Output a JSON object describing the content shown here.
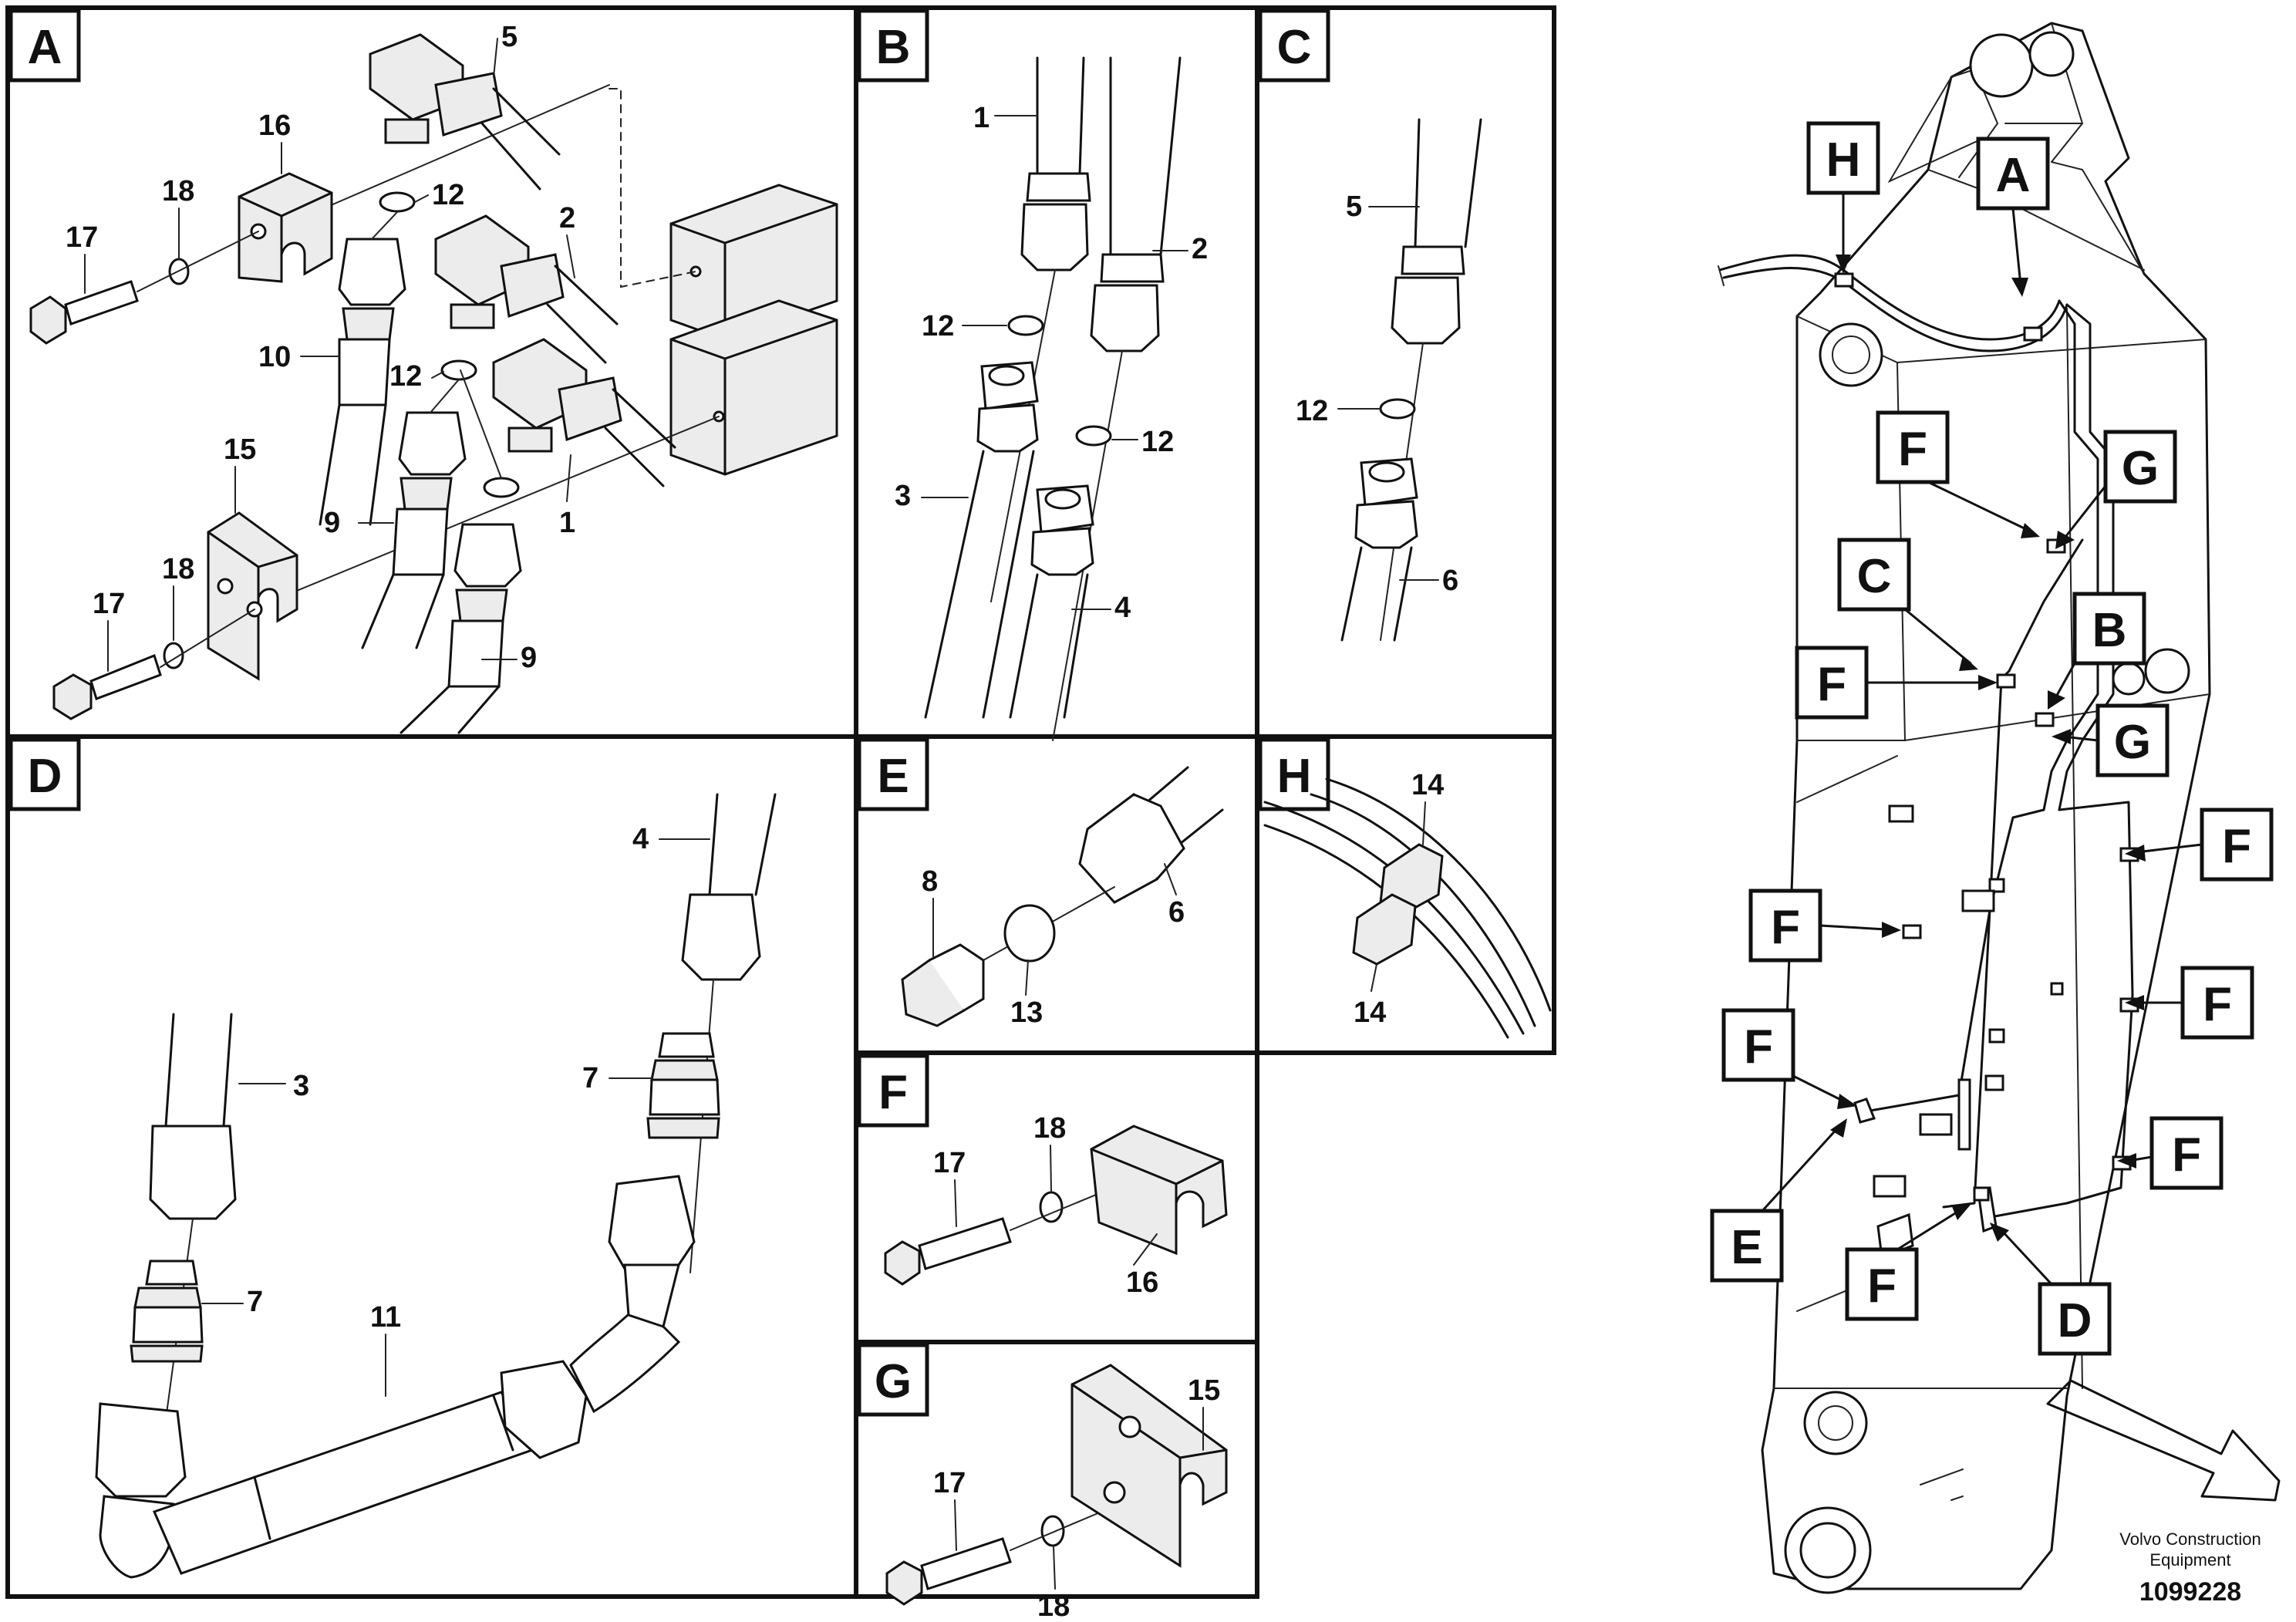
{
  "panels": {
    "A": {
      "label": "A",
      "callouts": {
        "c1": "1",
        "c2": "2",
        "c5": "5",
        "c9a": "9",
        "c9b": "9",
        "c10": "10",
        "c12a": "12",
        "c12b": "12",
        "c15": "15",
        "c16": "16",
        "c17a": "17",
        "c17b": "17",
        "c18a": "18",
        "c18b": "18"
      }
    },
    "B": {
      "label": "B",
      "callouts": {
        "c1": "1",
        "c2": "2",
        "c3": "3",
        "c4": "4",
        "c12a": "12",
        "c12b": "12"
      }
    },
    "C": {
      "label": "C",
      "callouts": {
        "c5": "5",
        "c6": "6",
        "c12": "12"
      }
    },
    "D": {
      "label": "D",
      "callouts": {
        "c3": "3",
        "c4": "4",
        "c7a": "7",
        "c7b": "7",
        "c11": "11"
      }
    },
    "E": {
      "label": "E",
      "callouts": {
        "c6": "6",
        "c8": "8",
        "c13": "13"
      }
    },
    "F": {
      "label": "F",
      "callouts": {
        "c16": "16",
        "c17": "17",
        "c18": "18"
      }
    },
    "G": {
      "label": "G",
      "callouts": {
        "c15": "15",
        "c17": "17",
        "c18": "18"
      }
    },
    "H": {
      "label": "H",
      "callouts": {
        "c14a": "14",
        "c14b": "14"
      }
    }
  },
  "boom_view": {
    "labels": {
      "H": "H",
      "A": "A",
      "F": "F",
      "G": "G",
      "C": "C",
      "B": "B",
      "E": "E",
      "D": "D"
    }
  },
  "footer": {
    "company": "Volvo Construction",
    "company2": "Equipment",
    "drawing_number": "1099228"
  }
}
